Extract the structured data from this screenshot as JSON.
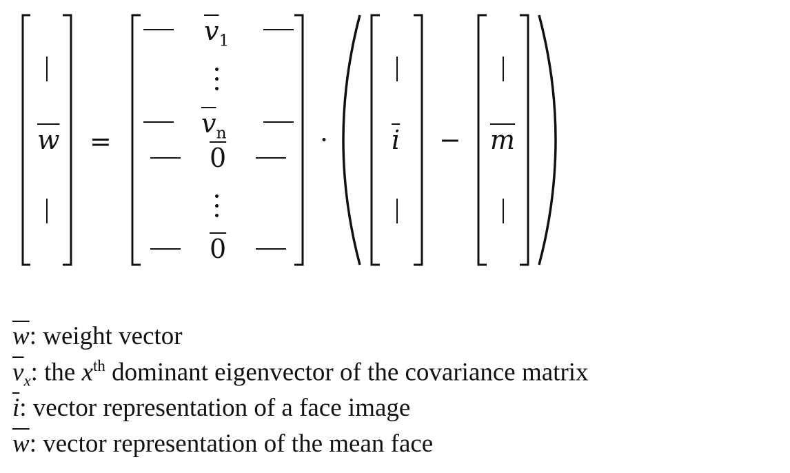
{
  "equation": {
    "lhs_symbol": "w",
    "equals": "=",
    "dot": "·",
    "minus": "−",
    "matrix_rows": [
      {
        "base": "v",
        "sub": "1"
      },
      {
        "base": "v",
        "sub": "n"
      },
      {
        "base": "0",
        "sub": ""
      },
      {
        "base": "0",
        "sub": ""
      }
    ],
    "image_symbol": "i",
    "mean_symbol": "m"
  },
  "legend": [
    {
      "symbol": "w",
      "sub": "",
      "sup": "",
      "mid": "",
      "text": ": weight vector"
    },
    {
      "symbol": "v",
      "sub": "x",
      "pre": ": the ",
      "mid": "x",
      "sup": "th",
      "text": " dominant eigenvector of the covariance matrix"
    },
    {
      "symbol": "i",
      "sub": "",
      "sup": "",
      "mid": "",
      "text": ": vector representation of a face image"
    },
    {
      "symbol": "w",
      "sub": "",
      "sup": "",
      "mid": "",
      "text": ": vector representation of the mean face"
    }
  ]
}
